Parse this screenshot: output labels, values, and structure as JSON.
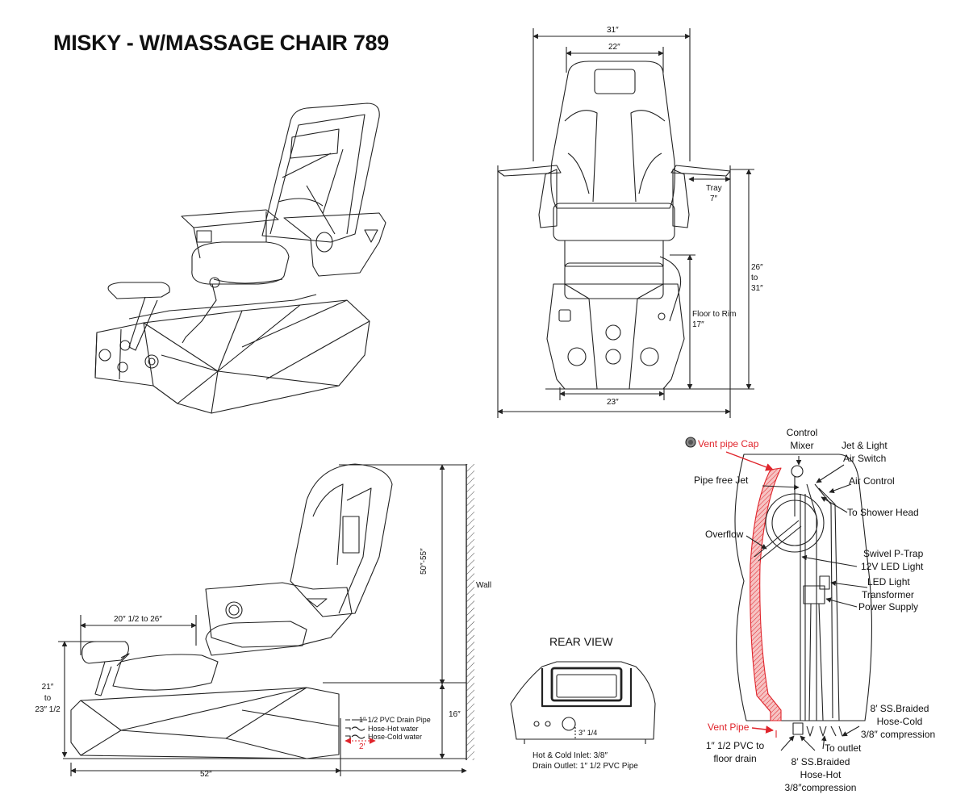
{
  "title": "MISKY - W/MASSAGE CHAIR 789",
  "front_view": {
    "dim_31": "31″",
    "dim_22": "22″",
    "tray_label": "Tray",
    "tray_value": "7″",
    "height_range": [
      "26″",
      "to",
      "31″"
    ],
    "floor_to_rim_label": "Floor to Rim",
    "floor_to_rim_value": "17″",
    "dim_23": "23″"
  },
  "side_view": {
    "dim_20_26": "20″ 1/2 to 26″",
    "dim_21": [
      "21″",
      "to",
      "23″ 1/2"
    ],
    "dim_52": "52″",
    "dim_16": "16″",
    "dim_50_55": "50″-55″",
    "wall": "Wall",
    "dim_2": "2′",
    "pipe_drain": "1″ 1/2 PVC Drain Pipe",
    "hose_hot": "Hose-Hot water",
    "hose_cold": "Hose-Cold water"
  },
  "rear_view": {
    "title": "REAR VIEW",
    "dim_3_1_4": "3″ 1/4",
    "inlet": "Hot & Cold Inlet: 3/8″",
    "outlet": "Drain Outlet: 1″ 1/2 PVC Pipe"
  },
  "plumbing": {
    "vent_pipe_cap": "Vent pipe Cap",
    "control_mixer": [
      "Control",
      "Mixer"
    ],
    "jet_light_switch": [
      "Jet & Light",
      "Air Switch"
    ],
    "pipe_free_jet": "Pipe free Jet",
    "air_control": "Air Control",
    "to_shower_head": "To Shower Head",
    "overflow": "Overflow",
    "swivel_p_trap": "Swivel P-Trap",
    "led_light": "12V LED Light",
    "transformer": [
      "LED Light",
      "Transformer"
    ],
    "power_supply": "Power Supply",
    "hose_cold": [
      "8′ SS.Braided",
      "Hose-Cold",
      "3/8″ compression"
    ],
    "vent_pipe": "Vent Pipe",
    "floor_drain": [
      "1″ 1/2 PVC to",
      "floor drain"
    ],
    "to_outlet": "To outlet",
    "hose_hot": [
      "8′ SS.Braided",
      "Hose-Hot",
      "3/8″compression"
    ]
  },
  "colors": {
    "accent_red": "#e0242b",
    "line": "#222222",
    "vent_fill": "#f2a7a7"
  }
}
